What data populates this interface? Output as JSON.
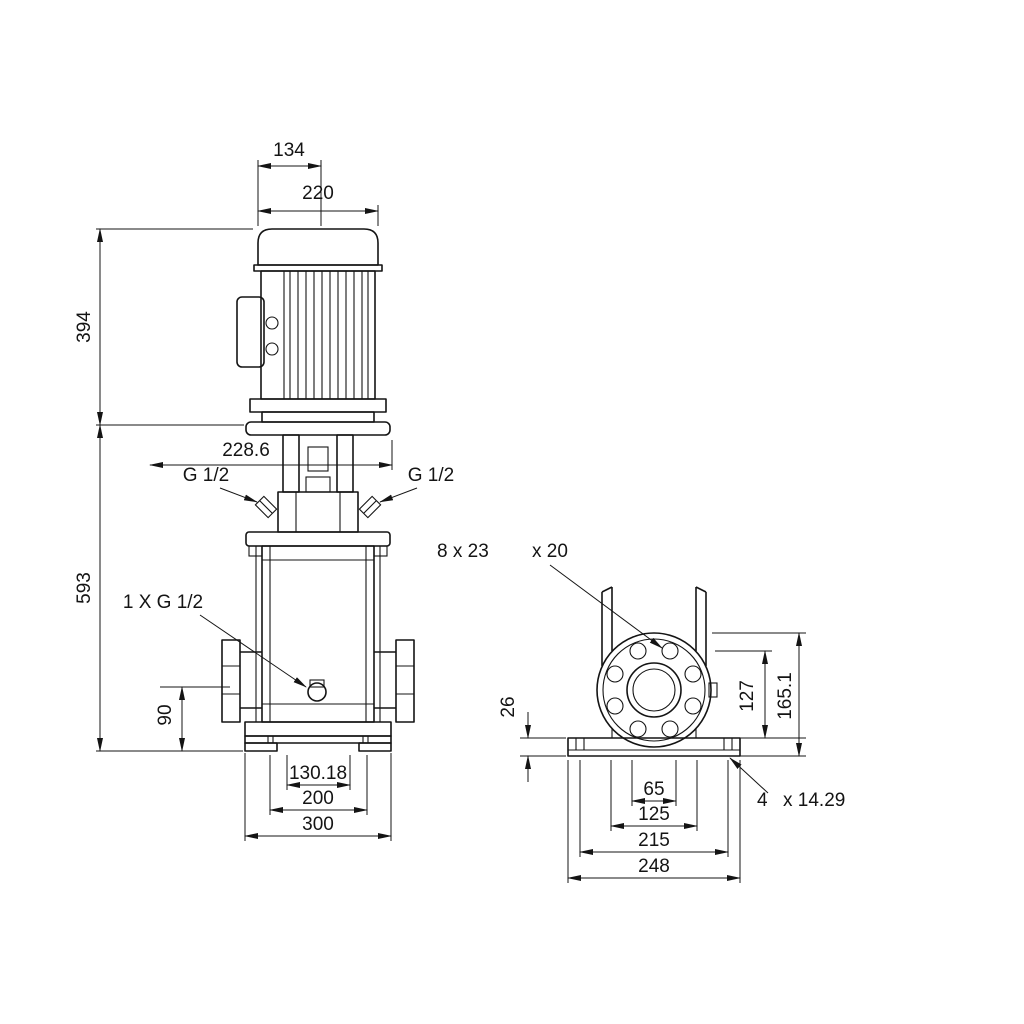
{
  "dims_front": {
    "motor_top": "134",
    "motor_width": "220",
    "motor_height": "394",
    "coupling": "228.6",
    "g_left": "G 1/2",
    "g_right": "G 1/2",
    "pump_height": "593",
    "drain": "1 X G 1/2",
    "port_height": "90",
    "w1": "130.18",
    "w2": "200",
    "w3": "300"
  },
  "dims_side": {
    "bolt_spec_a": "8 x 23",
    "bolt_spec_b": "x 20",
    "base_height": "26",
    "h1": "127",
    "h2": "165.1",
    "w1": "65",
    "w2": "125",
    "w3": "215",
    "w4": "248",
    "base_hole_a": "4",
    "base_hole_b": "x 14.29"
  },
  "style": {
    "line_color": "#141414",
    "background": "#ffffff"
  }
}
